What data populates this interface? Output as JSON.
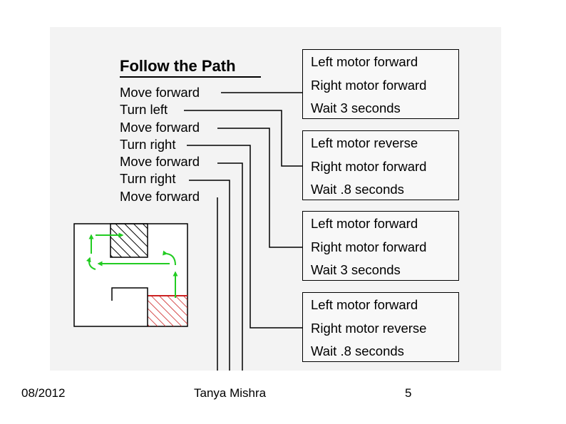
{
  "title": "Follow the Path",
  "steps": [
    "Move forward",
    "Turn left",
    "Move forward",
    "Turn right",
    "Move forward",
    "Turn right",
    "Move forward"
  ],
  "command_boxes": [
    [
      "Left motor forward",
      "Right motor forward",
      "Wait 3 seconds"
    ],
    [
      "Left motor reverse",
      "Right motor forward",
      "Wait .8 seconds"
    ],
    [
      "Left motor forward",
      "Right motor forward",
      "Wait 3 seconds"
    ],
    [
      "Left motor forward",
      "Right motor reverse",
      "Wait .8 seconds"
    ]
  ],
  "colors": {
    "panel": "#f3f3f3",
    "path_arrows": "#22cc22",
    "goal_hatch": "#cc2222",
    "obstacle_hatch": "#000000"
  },
  "footer": {
    "date": "08/2012",
    "author": "Tanya Mishra",
    "page": "5"
  }
}
